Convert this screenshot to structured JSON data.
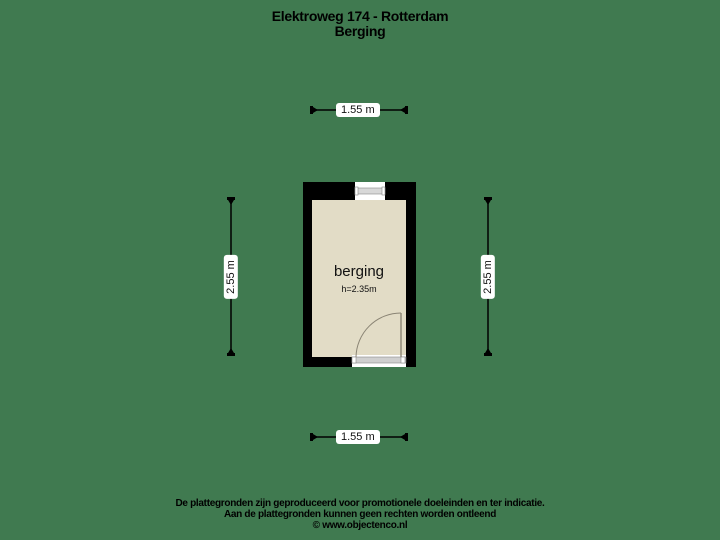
{
  "header": {
    "address": "Elektroweg 174 - Rotterdam",
    "floor": "Berging"
  },
  "room": {
    "name": "berging",
    "height_label": "h=2.35m"
  },
  "dimensions": {
    "top_width": "1.55 m",
    "bottom_width": "1.55 m",
    "left_depth": "2.55 m",
    "right_depth": "2.55 m"
  },
  "footer": {
    "line1": "De plattegronden zijn geproduceerd voor promotionele doeleinden en ter indicatie.",
    "line2": "Aan de plattegronden kunnen geen rechten worden ontleend",
    "line3": "© www.objectenco.nl"
  },
  "colors": {
    "background": "#407a50",
    "wall": "#000000",
    "floor": "#e2dcc6",
    "label_bg": "#ffffff"
  },
  "icons": {
    "door": "door-swing-icon",
    "window": "window-icon",
    "dimension_arrow": "dimension-arrow-icon"
  }
}
